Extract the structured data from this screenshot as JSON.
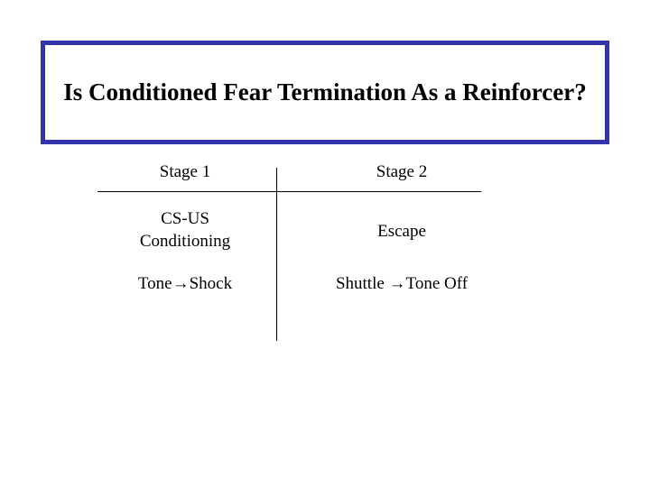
{
  "slide": {
    "title": "Is Conditioned Fear Termination As a Reinforcer?",
    "border_color": "#3333aa",
    "table": {
      "headers": [
        "Stage 1",
        "Stage 2"
      ],
      "rows": [
        [
          "CS-US Conditioning",
          "Escape"
        ],
        [
          "Tone→Shock",
          "Shuttle →Tone Off"
        ]
      ],
      "cells": {
        "stage1_header": "Stage 1",
        "stage2_header": "Stage 2",
        "stage1_row1_line1": "CS-US",
        "stage1_row1_line2": "Conditioning",
        "stage2_row1": "Escape",
        "stage1_row2": "Tone→Shock",
        "stage2_row2": "Shuttle →Tone Off"
      }
    }
  }
}
